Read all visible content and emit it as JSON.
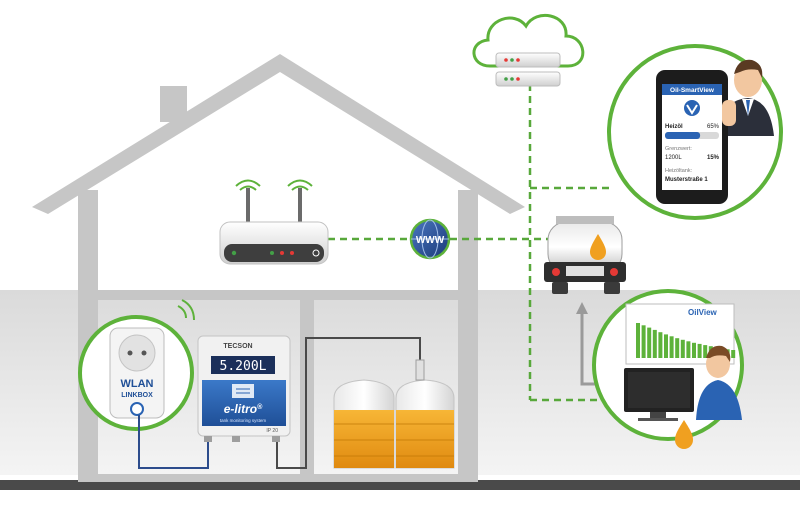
{
  "colors": {
    "house_outline": "#c8c8c8",
    "accent_green": "#5db23a",
    "dashed_line": "#58a83b",
    "cable_blue": "#2c4c8c",
    "oil_orange": "#f0a020",
    "panel_blue": "#2a63b3"
  },
  "icons": [
    "cloud-icon",
    "server-icon",
    "router-icon",
    "wifi-icon",
    "www-globe-icon",
    "smart-plug-icon",
    "tank-icon",
    "tanker-truck-icon",
    "smartphone-icon",
    "business-person-icon",
    "monitor-icon",
    "oil-drop-icon",
    "arrow-up-icon"
  ],
  "linkbox": {
    "title": "WLAN",
    "subtitle": "LINKBOX"
  },
  "monitor_device": {
    "brand": "TECSON",
    "display": "5.200L",
    "name": "e-litro",
    "registered": "®",
    "tagline": "tank monitoring system",
    "ip_rating": "IP 20"
  },
  "globe": {
    "label": "WWW"
  },
  "phone_app": {
    "app_title": "Oil-SmartView",
    "product": "Heizöl",
    "level_percent": 65,
    "level_label": "65%",
    "threshold_label": "Grenzwert:",
    "threshold_value": "1200L",
    "threshold_percent": "15%",
    "tank_label": "Heizöltank:",
    "address": "Musterstraße 1"
  },
  "office_chart": {
    "title": "OilView",
    "bar_values": [
      92,
      86,
      80,
      74,
      68,
      62,
      57,
      52,
      48,
      44,
      40,
      37,
      34,
      31,
      28,
      26,
      23,
      21
    ]
  }
}
